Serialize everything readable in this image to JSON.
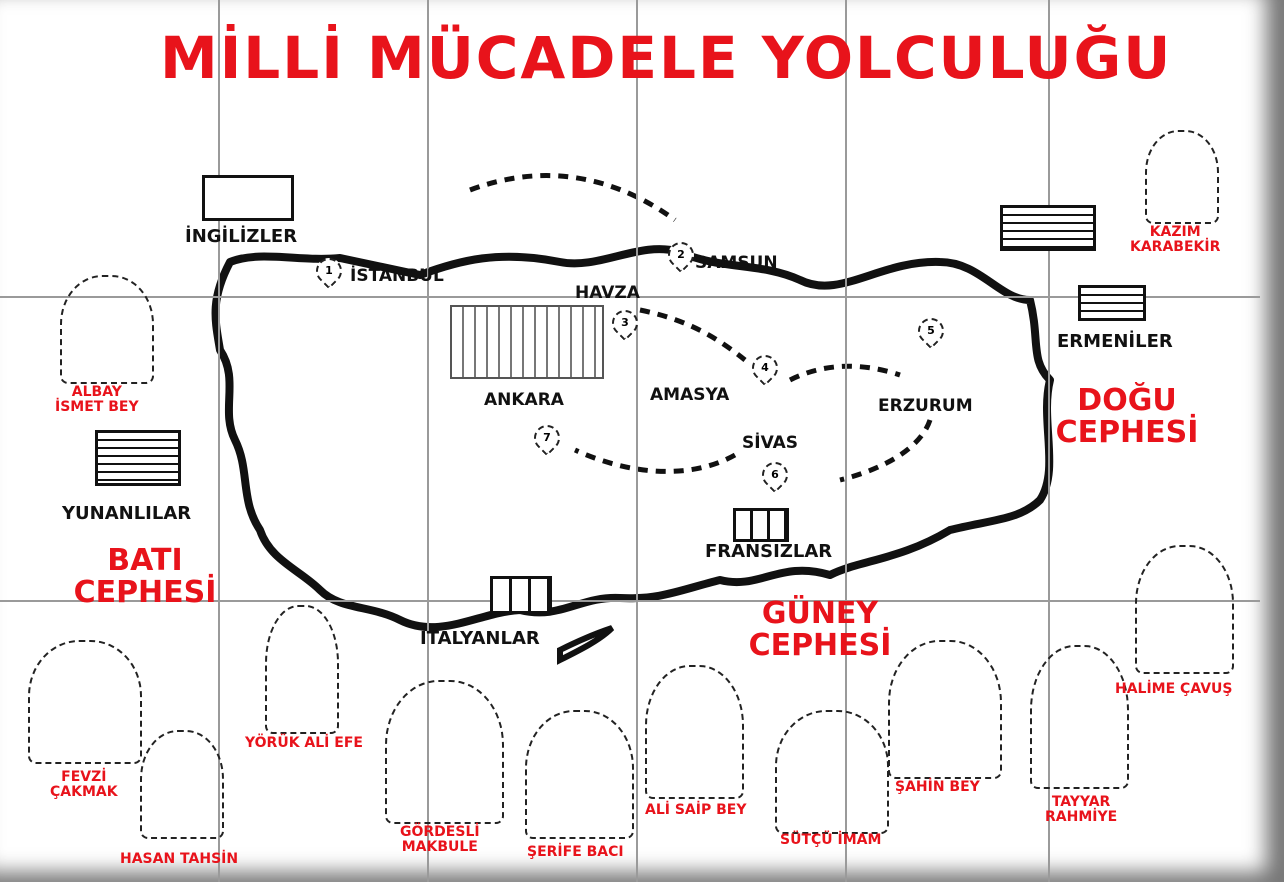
{
  "title": "MİLLİ MÜCADELE YOLCULUĞU",
  "colors": {
    "accent": "#e8131b",
    "ink": "#111111",
    "background": "#ffffff"
  },
  "fronts": {
    "west": "BATI CEPHESİ",
    "east": "DOĞU CEPHESİ",
    "south": "GÜNEY CEPHESİ"
  },
  "nations": {
    "british": "İNGİLİZLER",
    "armenians": "ERMENİLER",
    "greeks": "YUNANLILAR",
    "french": "FRANSIZLAR",
    "italians": "İTALYANLAR"
  },
  "route": [
    {
      "step": "1",
      "city": "İSTANBUL"
    },
    {
      "step": "2",
      "city": "SAMSUN"
    },
    {
      "step": "3",
      "city": "HAVZA"
    },
    {
      "step": "4",
      "city": "AMASYA"
    },
    {
      "step": "5",
      "city": "ERZURUM"
    },
    {
      "step": "6",
      "city": "SİVAS"
    },
    {
      "step": "7",
      "city": "ANKARA"
    }
  ],
  "people": {
    "kazim": [
      "KAZIM",
      "KARABEKİR"
    ],
    "ismet": [
      "ALBAY",
      "İSMET BEY"
    ],
    "fevzi": [
      "FEVZİ",
      "ÇAKMAK"
    ],
    "hasan": "HASAN TAHSİN",
    "yoruk": "YÖRÜK ALİ EFE",
    "makbule": [
      "GÖRDESLİ",
      "MAKBULE"
    ],
    "serife": "ŞERİFE BACI",
    "alisaip": "ALİ SAİP BEY",
    "sutcu": "SÜTÇÜ İMAM",
    "sahin": "ŞAHİN BEY",
    "tayyar": [
      "TAYYAR",
      "RAHMİYE"
    ],
    "halime": "HALİME ÇAVUŞ"
  }
}
